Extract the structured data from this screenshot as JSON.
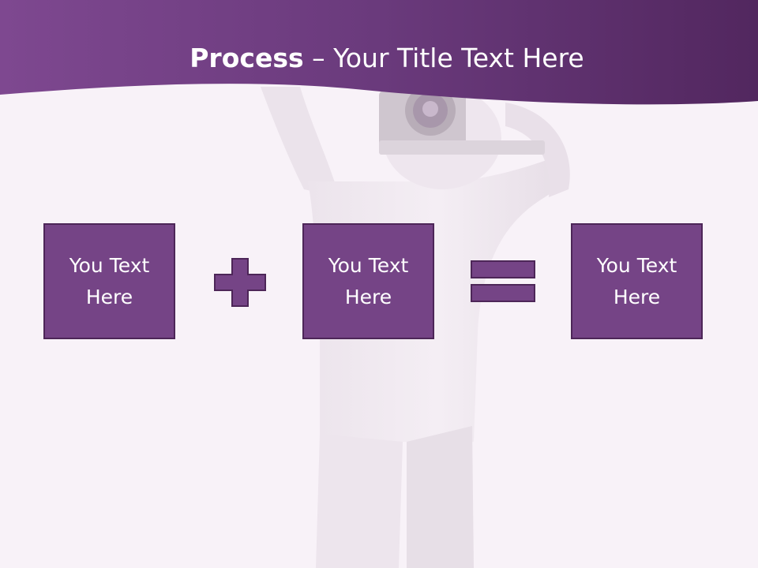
{
  "slide": {
    "title_bold": "Process",
    "title_rest": " – Your Title Text Here",
    "boxes": [
      {
        "line1": "You Text",
        "line2": "Here"
      },
      {
        "line1": "You Text",
        "line2": "Here"
      },
      {
        "line1": "You Text",
        "line2": "Here"
      }
    ],
    "operators": [
      "plus-icon",
      "equals-icon"
    ]
  },
  "colors": {
    "header_purple": "#6b3a7d",
    "box_fill": "#754486",
    "box_border": "#4d2658",
    "background": "#f8f2f8",
    "text": "#ffffff"
  }
}
